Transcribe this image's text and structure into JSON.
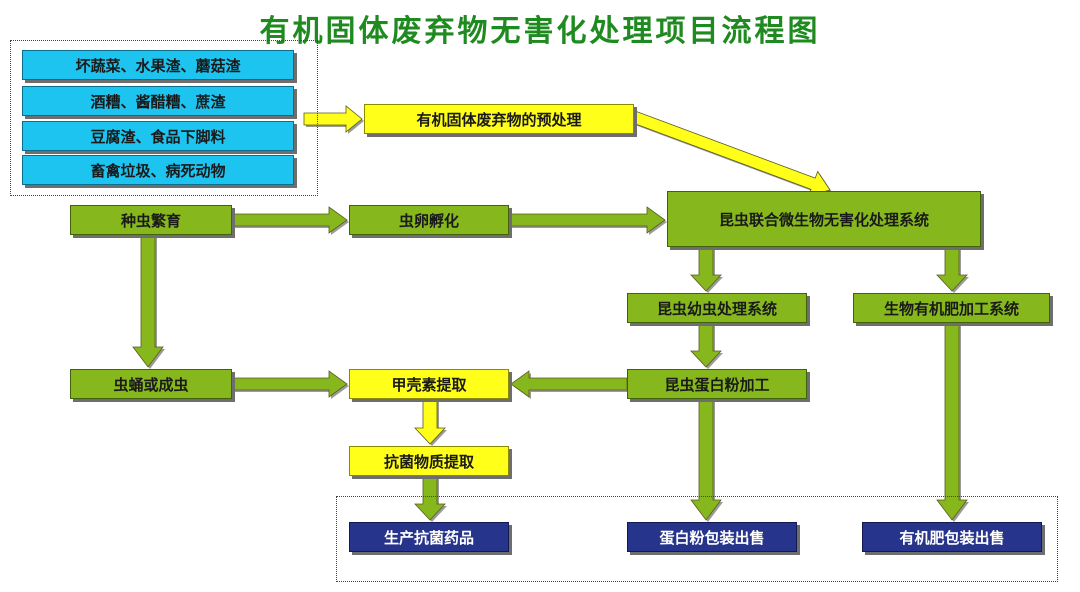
{
  "title": "有机固体废弃物无害化处理项目流程图",
  "waste_sources": [
    "坏蔬菜、水果渣、蘑菇渣",
    "酒糟、酱醋糟、蔗渣",
    "豆腐渣、食品下脚料",
    "畜禽垃圾、病死动物"
  ],
  "nodes": {
    "pretreatment": "有机固体废弃物的预处理",
    "breeding": "种虫繁育",
    "hatching": "虫卵孵化",
    "system": "昆虫联合微生物无害化处理系统",
    "larva": "昆虫幼虫处理系统",
    "fertilizer": "生物有机肥加工系统",
    "pupa": "虫蛹或成虫",
    "chitin": "甲壳素提取",
    "protein": "昆虫蛋白粉加工",
    "antibacterial": "抗菌物质提取",
    "drug": "生产抗菌药品",
    "protein_sale": "蛋白粉包装出售",
    "fertilizer_sale": "有机肥包装出售"
  },
  "colors": {
    "arrow_green": "#86b81e",
    "arrow_yellow": "#ffff1a",
    "title": "#1f8a1f"
  }
}
